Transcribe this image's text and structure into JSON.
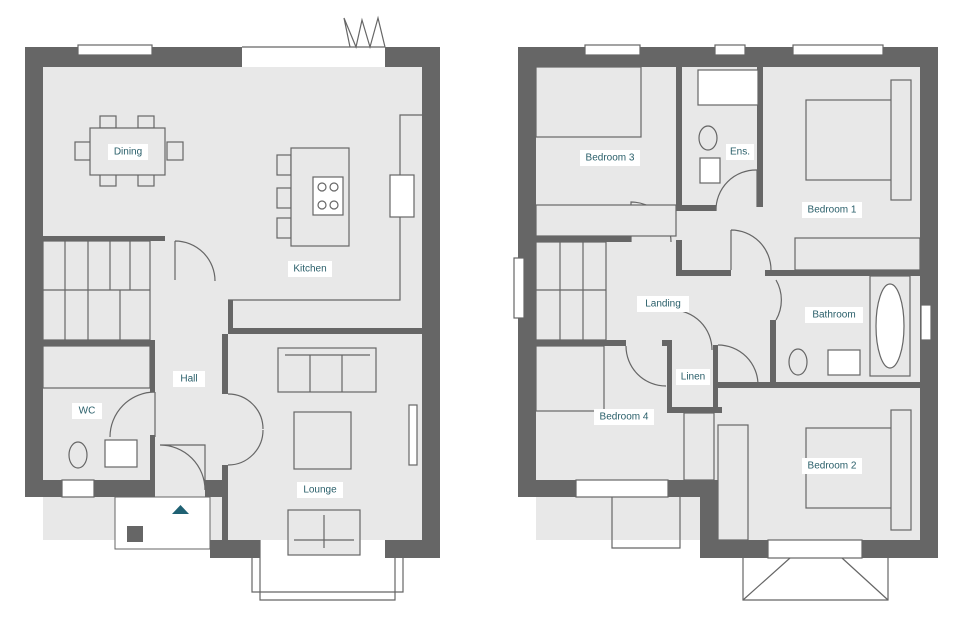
{
  "ground_floor": {
    "rooms": {
      "dining": "Dining",
      "kitchen": "Kitchen",
      "hall": "Hall",
      "wc": "WC",
      "lounge": "Lounge"
    }
  },
  "first_floor": {
    "rooms": {
      "bedroom3": "Bedroom 3",
      "ensuite": "Ens.",
      "bedroom1": "Bedroom 1",
      "landing": "Landing",
      "bathroom": "Bathroom",
      "linen": "Linen",
      "bedroom4": "Bedroom 4",
      "bedroom2": "Bedroom 2"
    }
  },
  "colors": {
    "wall": "#666666",
    "floor": "#e8e8e8",
    "label": "#2a5f6a"
  }
}
